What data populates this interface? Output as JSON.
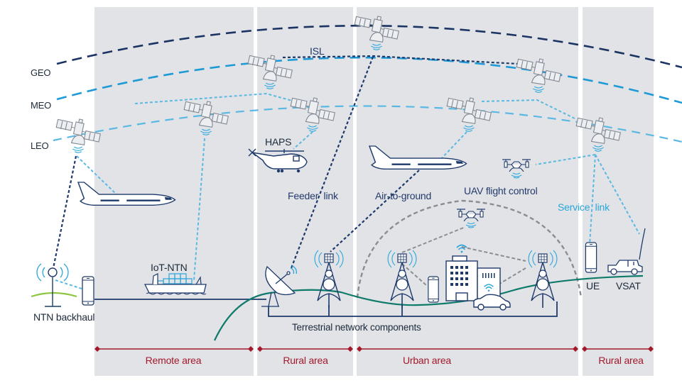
{
  "orbits": {
    "geo": "GEO",
    "meo": "MEO",
    "leo": "LEO"
  },
  "labels": {
    "isl": "ISL",
    "haps": "HAPS",
    "feeder_link": "Feeder  link",
    "air_to_ground": "Air-to-ground",
    "uav_flight_control": "UAV flight control",
    "service_link": "Service  link",
    "iot_ntn": "IoT-NTN",
    "ntn_backhaul": "NTN backhaul",
    "terrestrial": "Terrestrial network components",
    "ue": "UE",
    "vsat": "VSAT"
  },
  "areas": [
    {
      "label": "Remote area"
    },
    {
      "label": "Rural area"
    },
    {
      "label": "Urban area"
    },
    {
      "label": "Rural area"
    }
  ],
  "colors": {
    "panel": "#e1e3e7",
    "geo": "#1b3463",
    "meo": "#1f9ad6",
    "leo": "#5bb8e3",
    "navy_link": "#1e3a6b",
    "light_link": "#5bb8e3",
    "terrestrial_link": "#8a8d92",
    "green_curve": "#0e7a6a",
    "area_red": "#a3192b",
    "grass": "#8cc63f"
  }
}
